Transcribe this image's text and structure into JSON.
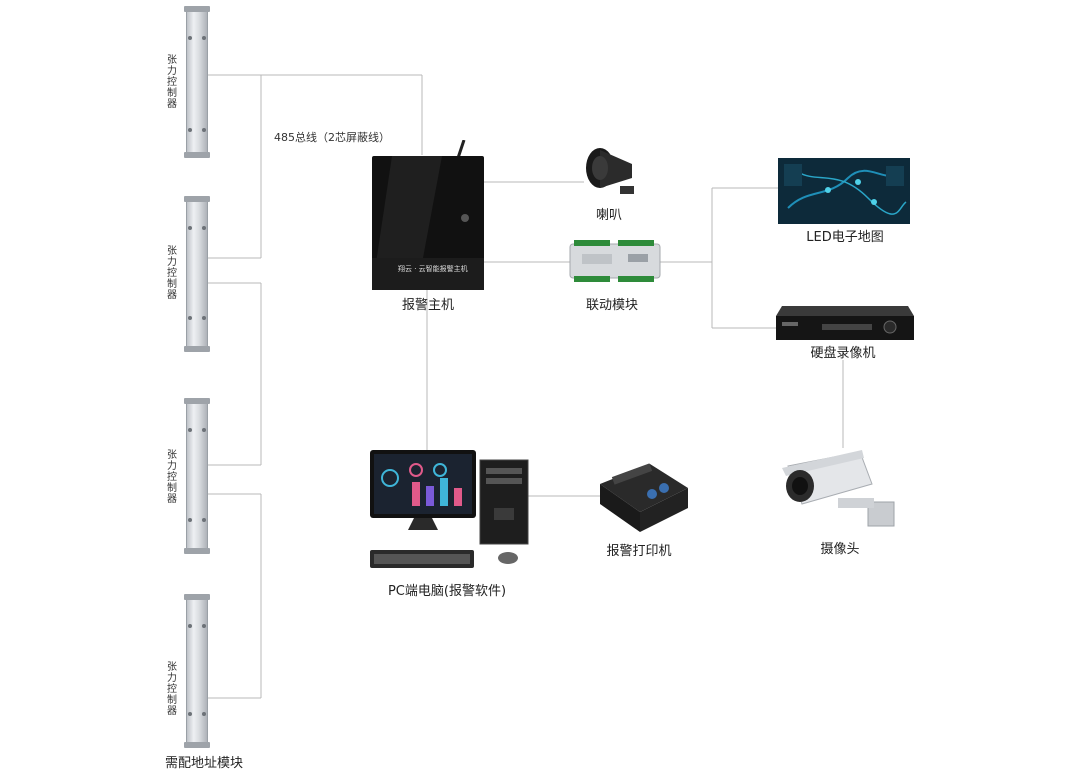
{
  "labels": {
    "controller_chars": [
      "张",
      "力",
      "控",
      "制",
      "器"
    ],
    "bus": "485总线（2芯屏蔽线）",
    "alarm_host": "报警主机",
    "alarm_host_panel": "翔云 · 云智能报警主机",
    "speaker": "喇叭",
    "linkage_module": "联动模块",
    "led_map": "LED电子地图",
    "dvr": "硬盘录像机",
    "pc": "PC端电脑(报警软件)",
    "printer": "报警打印机",
    "camera": "摄像头",
    "address_module": "需配地址模块"
  },
  "colors": {
    "wire": "#b9b9b9",
    "host_body": "#111111",
    "map_bg": "#0d2a3a"
  },
  "icons": [
    "tension-controller-icon",
    "alarm-host-icon",
    "speaker-icon",
    "linkage-module-icon",
    "led-map-icon",
    "dvr-icon",
    "pc-icon",
    "printer-icon",
    "camera-icon"
  ]
}
